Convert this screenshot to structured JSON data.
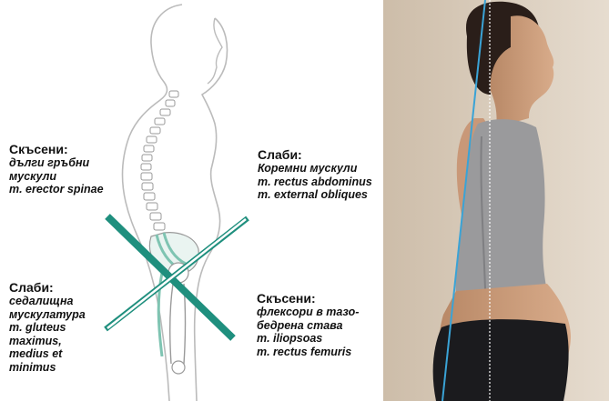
{
  "labels": {
    "upper_left": {
      "heading": "Скъсени:",
      "body": "дълги гръбни\nмускули\nm. erector spinae"
    },
    "upper_right": {
      "heading": "Слаби:",
      "body": "Коремни мускули\nm. rectus abdominus\nm. external obliques"
    },
    "lower_left": {
      "heading": "Слаби:",
      "body": "седалищна\nмускулатура\nm. gluteus\nmaximus,\nmedius et\nminimus"
    },
    "lower_right": {
      "heading": "Скъсени:",
      "body": "флексори в тазо-\nбедрена става\nm. iliopsoas\nm. rectus femuris"
    }
  },
  "colors": {
    "cross_lines": "#1f8f7e",
    "plumb_line": "#3aa3d6",
    "posture_line": "#ffffff"
  },
  "icons": [
    "skeleton-illustration",
    "model-photo"
  ]
}
